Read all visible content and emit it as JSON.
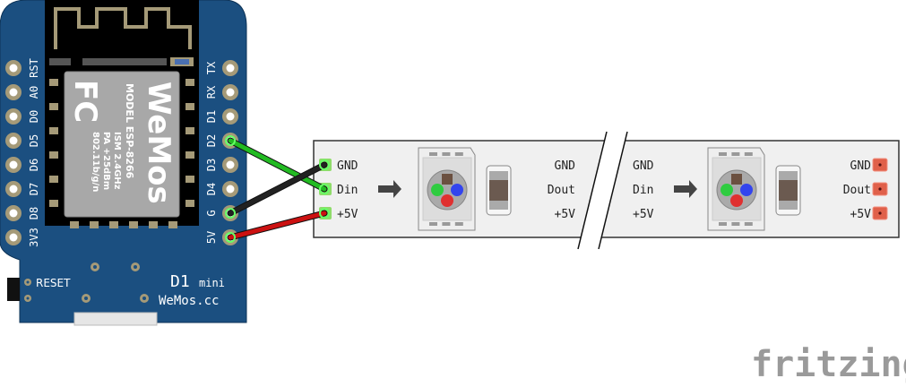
{
  "board": {
    "name": "D1",
    "name_suffix": "mini",
    "brand_site": "WeMos.cc",
    "reset_label": "RESET",
    "left_pins": [
      "RST",
      "A0",
      "D0",
      "D5",
      "D6",
      "D7",
      "D8",
      "3V3"
    ],
    "right_pins": [
      "TX",
      "RX",
      "D1",
      "D2",
      "D3",
      "D4",
      "G",
      "5V"
    ],
    "module": {
      "brand": "WeMos",
      "fcc": "FC",
      "lines": [
        "MODEL ESP-8266",
        "ISM 2.4GHz",
        "PA +25dBm",
        "802.11b/g/n"
      ]
    },
    "color": "#1b4f80"
  },
  "strip": {
    "segment1": {
      "in_labels": [
        "GND",
        "Din",
        "+5V"
      ],
      "out_labels": [
        "GND",
        "Dout",
        "+5V"
      ]
    },
    "segment2": {
      "in_labels": [
        "GND",
        "Din",
        "+5V"
      ],
      "out_labels": [
        "GND",
        "Dout",
        "+5V"
      ]
    }
  },
  "wires": [
    {
      "from": "D2",
      "to": "Din",
      "color": "#22bb22"
    },
    {
      "from": "G",
      "to": "GND",
      "color": "#222222"
    },
    {
      "from": "5V",
      "to": "+5V",
      "color": "#cc1111"
    }
  ],
  "logo": "fritzing"
}
